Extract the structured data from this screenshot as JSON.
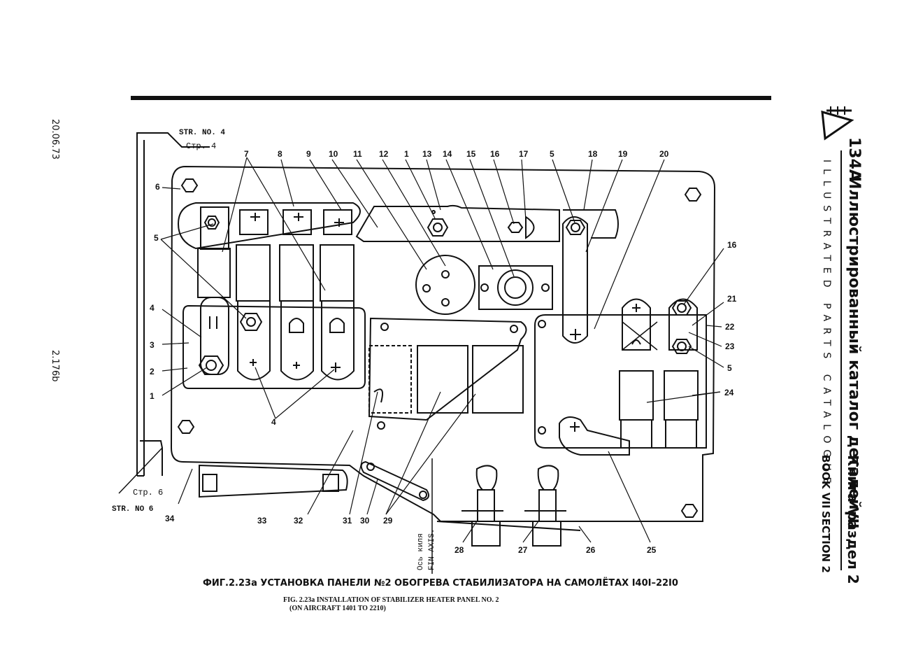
{
  "side_left": {
    "date": "20.06.73",
    "page_number": "2.176b"
  },
  "side_right": {
    "logo_type": "134A",
    "title_ru": "Иллюстрированный каталог деталей",
    "title_en": "ILLUSTRATED PARTS CATALOGUE",
    "book_ru": "Книга VII",
    "book_en": "BOOK VII",
    "section_ru": "раздел 2",
    "section_en": "SECTION 2"
  },
  "diagram": {
    "str_no_4": "STR. NO. 4",
    "str_4_ru": "Стр. 4",
    "str_6_ru": "Стр. 6",
    "str_no_6": "STR. NO 6",
    "fin_axis_ru": "Ось киля",
    "fin_axis_en": "FIN AXIS.",
    "callouts": [
      "7",
      "8",
      "9",
      "10",
      "11",
      "12",
      "1",
      "13",
      "14",
      "15",
      "16",
      "17",
      "5",
      "18",
      "19",
      "20",
      "6",
      "5",
      "4",
      "3",
      "2",
      "1",
      "4",
      "16",
      "21",
      "22",
      "23",
      "5",
      "24",
      "34",
      "33",
      "32",
      "31",
      "30",
      "29",
      "28",
      "27",
      "26",
      "25"
    ]
  },
  "caption": {
    "ru": "ФИГ.2.23а УСТАНОВКА ПАНЕЛИ №2 ОБОГРЕВА СТАБИЛИЗАТОРА НА САМОЛЁТАХ I40I–22I0",
    "en_line1": "FIG. 2.23a INSTALLATION OF STABILIZER HEATER PANEL NO. 2",
    "en_line2": "(ON AIRCRAFT 1401 TO 2210)"
  }
}
